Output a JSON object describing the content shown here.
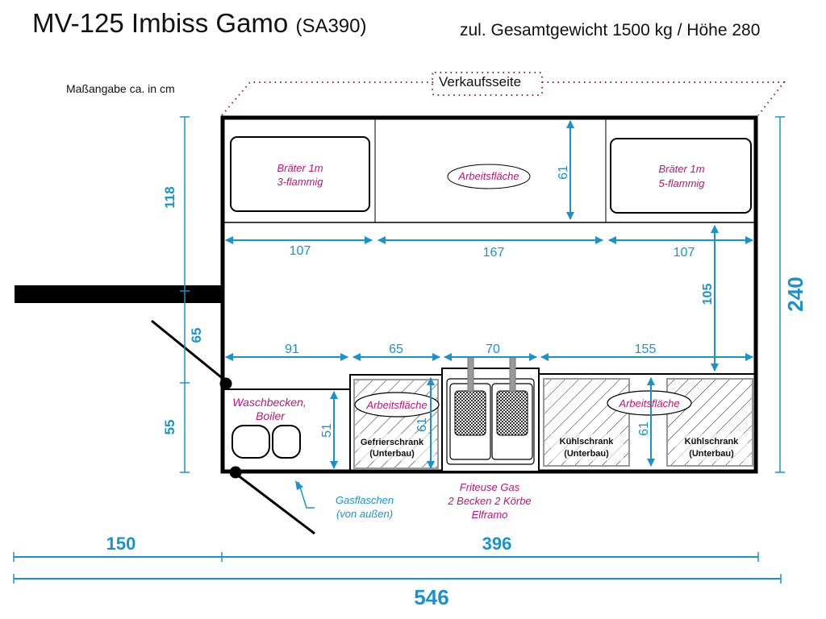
{
  "header": {
    "title": "MV-125  Imbiss Gamo",
    "model_code": "(SA390)",
    "spec": "zul. Gesamtgewicht 1500 kg / Höhe 280",
    "unit_note": "Maßangabe ca. in cm",
    "sales_side": "Verkaufsseite"
  },
  "colors": {
    "dimension": "#1a93cc",
    "label": "#b5177a",
    "wall": "#111111",
    "sales_outline": "#8a1a6a"
  },
  "equipment": {
    "griddle_left": {
      "line1": "Bräter 1m",
      "line2": "3-flammig"
    },
    "work_surface_top": "Arbeitsfläche",
    "griddle_right": {
      "line1": "Bräter 1m",
      "line2": "5-flammig"
    },
    "sink": {
      "line1": "Waschbecken,",
      "line2": "Boiler"
    },
    "freezer": {
      "surface": "Arbeitsfläche",
      "line1": "Gefrierschrank",
      "line2": "(Unterbau)"
    },
    "fryer": {
      "line1": "Friteuse Gas",
      "line2": "2 Becken 2 Körbe",
      "line3": "Elframo"
    },
    "fridge_left": {
      "line1": "Kühlschrank",
      "line2": "(Unterbau)"
    },
    "fridge_surface": "Arbeitsfläche",
    "fridge_right": {
      "line1": "Kühlschrank",
      "line2": "(Unterbau)"
    },
    "gas_bottles": {
      "line1": "Gasflaschen",
      "line2": "(von außen)"
    }
  },
  "dimensions": {
    "top_left_width": "107",
    "top_mid_width": "167",
    "top_right_width": "107",
    "top_depth": "61",
    "aisle_depth": "105",
    "bottom_sink_width": "91",
    "bottom_freezer_width": "65",
    "bottom_fryer_width": "70",
    "bottom_fridge_width": "155",
    "sink_depth": "51",
    "freezer_depth": "61",
    "fridge_depth": "61",
    "left_upper": "118",
    "left_mid": "65",
    "left_lower": "55",
    "total_height": "240",
    "drawbar_length": "150",
    "body_length": "396",
    "total_length": "546"
  }
}
